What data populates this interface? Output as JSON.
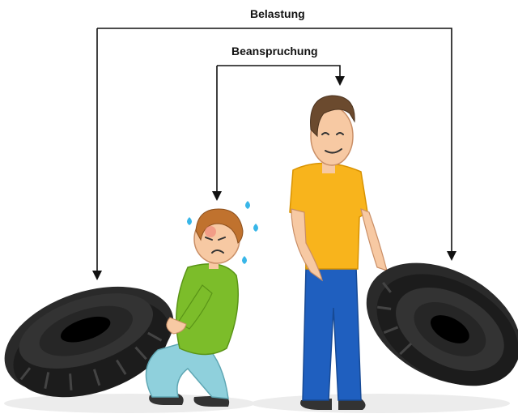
{
  "labels": {
    "load": "Belastung",
    "stress": "Beanspruchung"
  },
  "colors": {
    "arrow": "#111111",
    "tire": "#1f1f1f",
    "tire_light": "#3a3a3a",
    "skin": "#f7c9a3",
    "hair": "#6b4a2e",
    "hair_left": "#c0722e",
    "shirt_right": "#f8b41c",
    "shirt_left": "#7cbd2a",
    "jeans_right": "#1f5fbf",
    "jeans_left": "#8fd0dc",
    "sweat": "#38b6e8",
    "shadow": "#e8e8e8"
  },
  "icons": {
    "left_figure": "struggling-person",
    "right_figure": "relaxed-person",
    "tires": "tire"
  }
}
